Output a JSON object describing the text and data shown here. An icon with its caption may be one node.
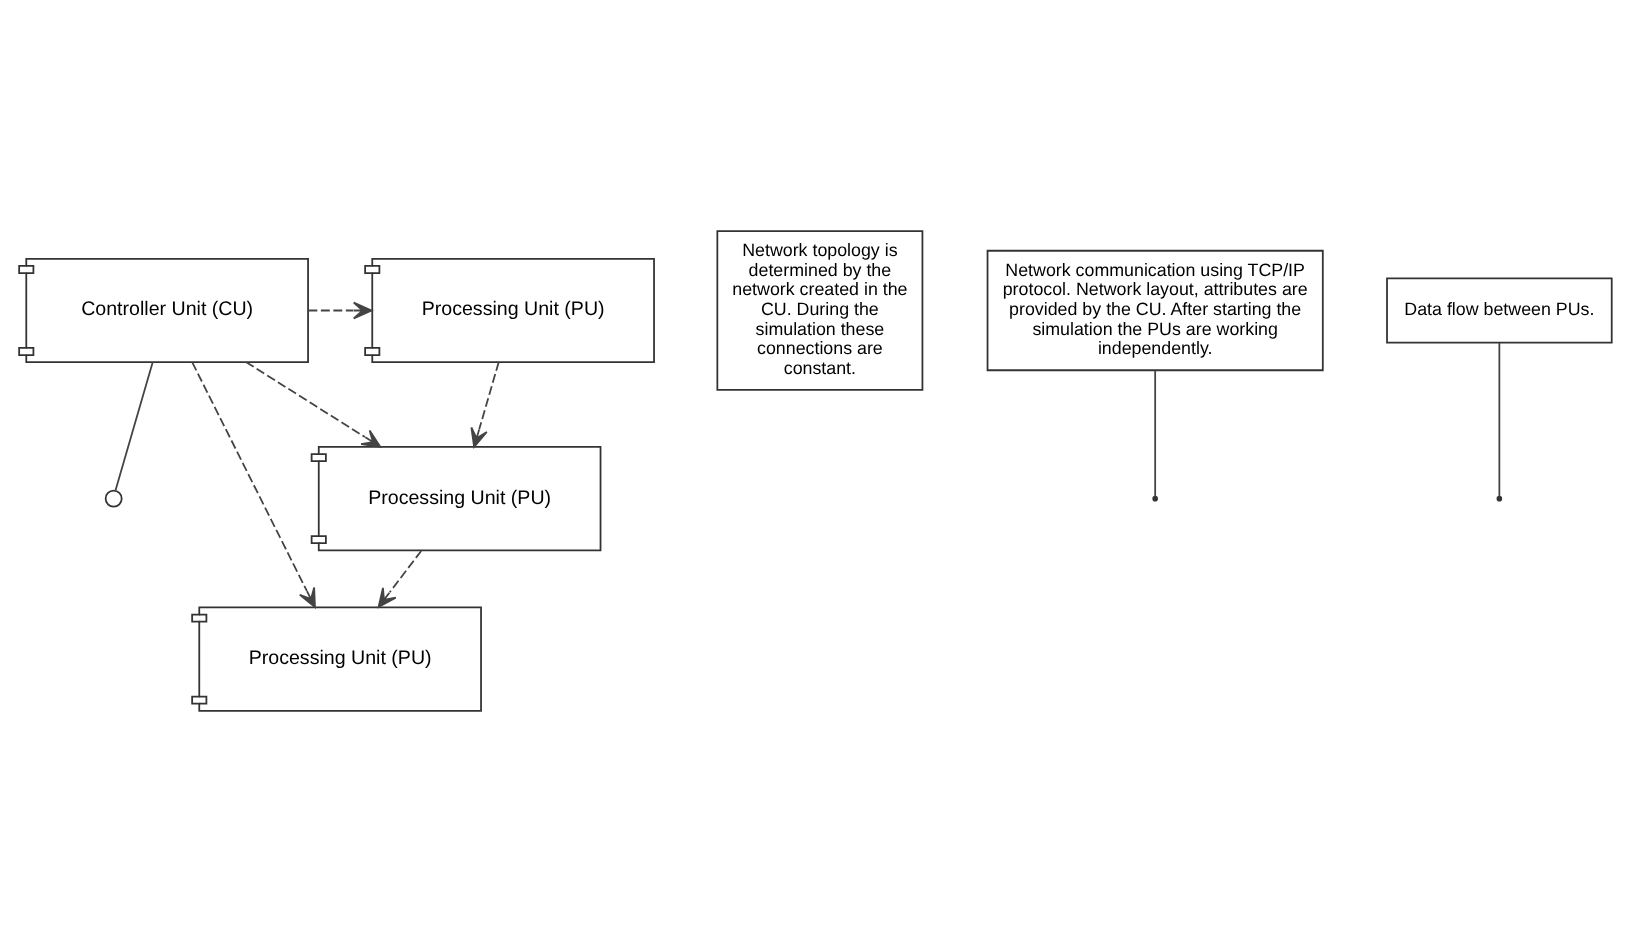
{
  "diagram": {
    "nodes": [
      {
        "text": [
          "Controller Unit (CU)"
        ]
      },
      {
        "text": [],
        "shape": "circle"
      },
      {
        "text": [
          "Processing Unit (PU)"
        ]
      },
      {
        "text": [
          "Processing Unit (PU)"
        ]
      },
      {
        "text": [
          "Processing Unit (PU)"
        ]
      },
      {
        "text": [
          "Network topology is determined by the network created in the CU. During the simulation these connections are constant."
        ]
      },
      {
        "text": [
          "Network communication using TCP/IP protocol. Network layout, attributes are provided by the CU. After starting the simulation the PUs are working independently."
        ]
      },
      {
        "text": [
          "Data flow between PUs."
        ]
      }
    ],
    "edges": [
      {
        "from": 0,
        "to": 1,
        "arrow": "none"
      },
      {
        "from": 0,
        "to": 2,
        "arrow": "to",
        "style": "dashed"
      },
      {
        "from": 0,
        "to": 3,
        "arrow": "to",
        "style": "dashed"
      },
      {
        "from": 0,
        "to": 4,
        "arrow": "to",
        "style": "dashed"
      },
      {
        "from": 2,
        "to": 3,
        "arrow": "to",
        "style": "dashed"
      },
      {
        "from": 3,
        "to": 4,
        "arrow": "to",
        "style": "dashed"
      },
      {
        "from": 6,
        "to": null,
        "arrow": "none"
      },
      {
        "from": 7,
        "to": null,
        "arrow": "none"
      }
    ]
  }
}
